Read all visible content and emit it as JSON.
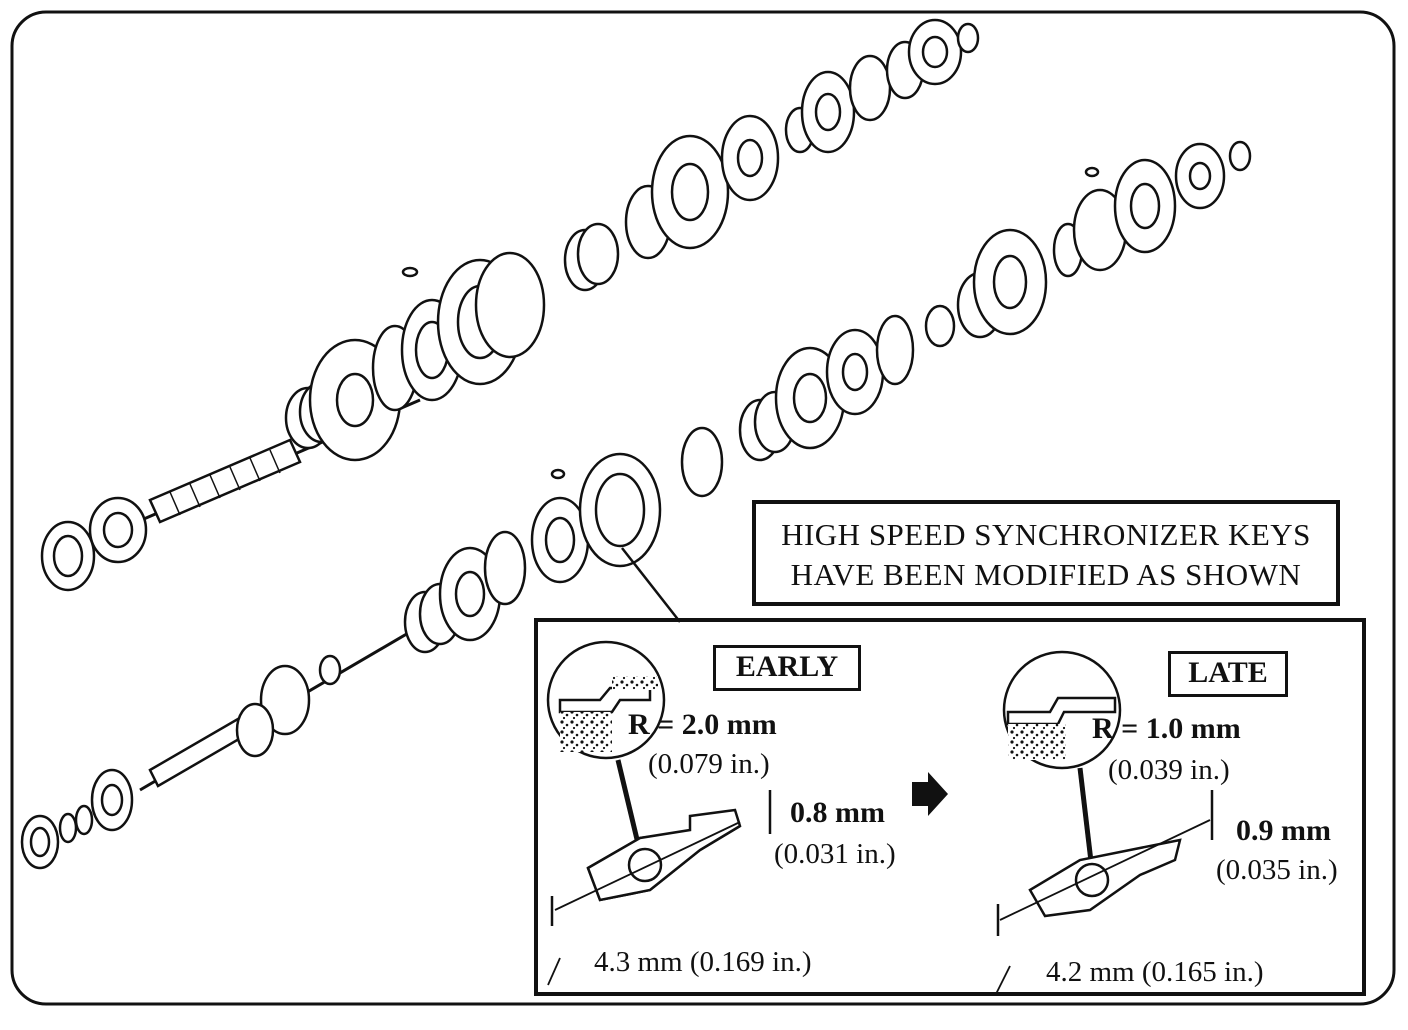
{
  "note": {
    "line1": "HIGH SPEED SYNCHRONIZER KEYS",
    "line2": "HAVE BEEN MODIFIED AS SHOWN"
  },
  "early": {
    "tag": "EARLY",
    "radius": "R = 2.0 mm",
    "radius_in": "(0.079 in.)",
    "height": "0.8 mm",
    "height_in": "(0.031 in.)",
    "width": "4.3 mm (0.169 in.)"
  },
  "late": {
    "tag": "LATE",
    "radius": "R = 1.0 mm",
    "radius_in": "(0.039 in.)",
    "height": "0.9 mm",
    "height_in": "(0.035 in.)",
    "width": "4.2 mm (0.165 in.)"
  },
  "colors": {
    "ink": "#111111",
    "paper": "#ffffff"
  }
}
